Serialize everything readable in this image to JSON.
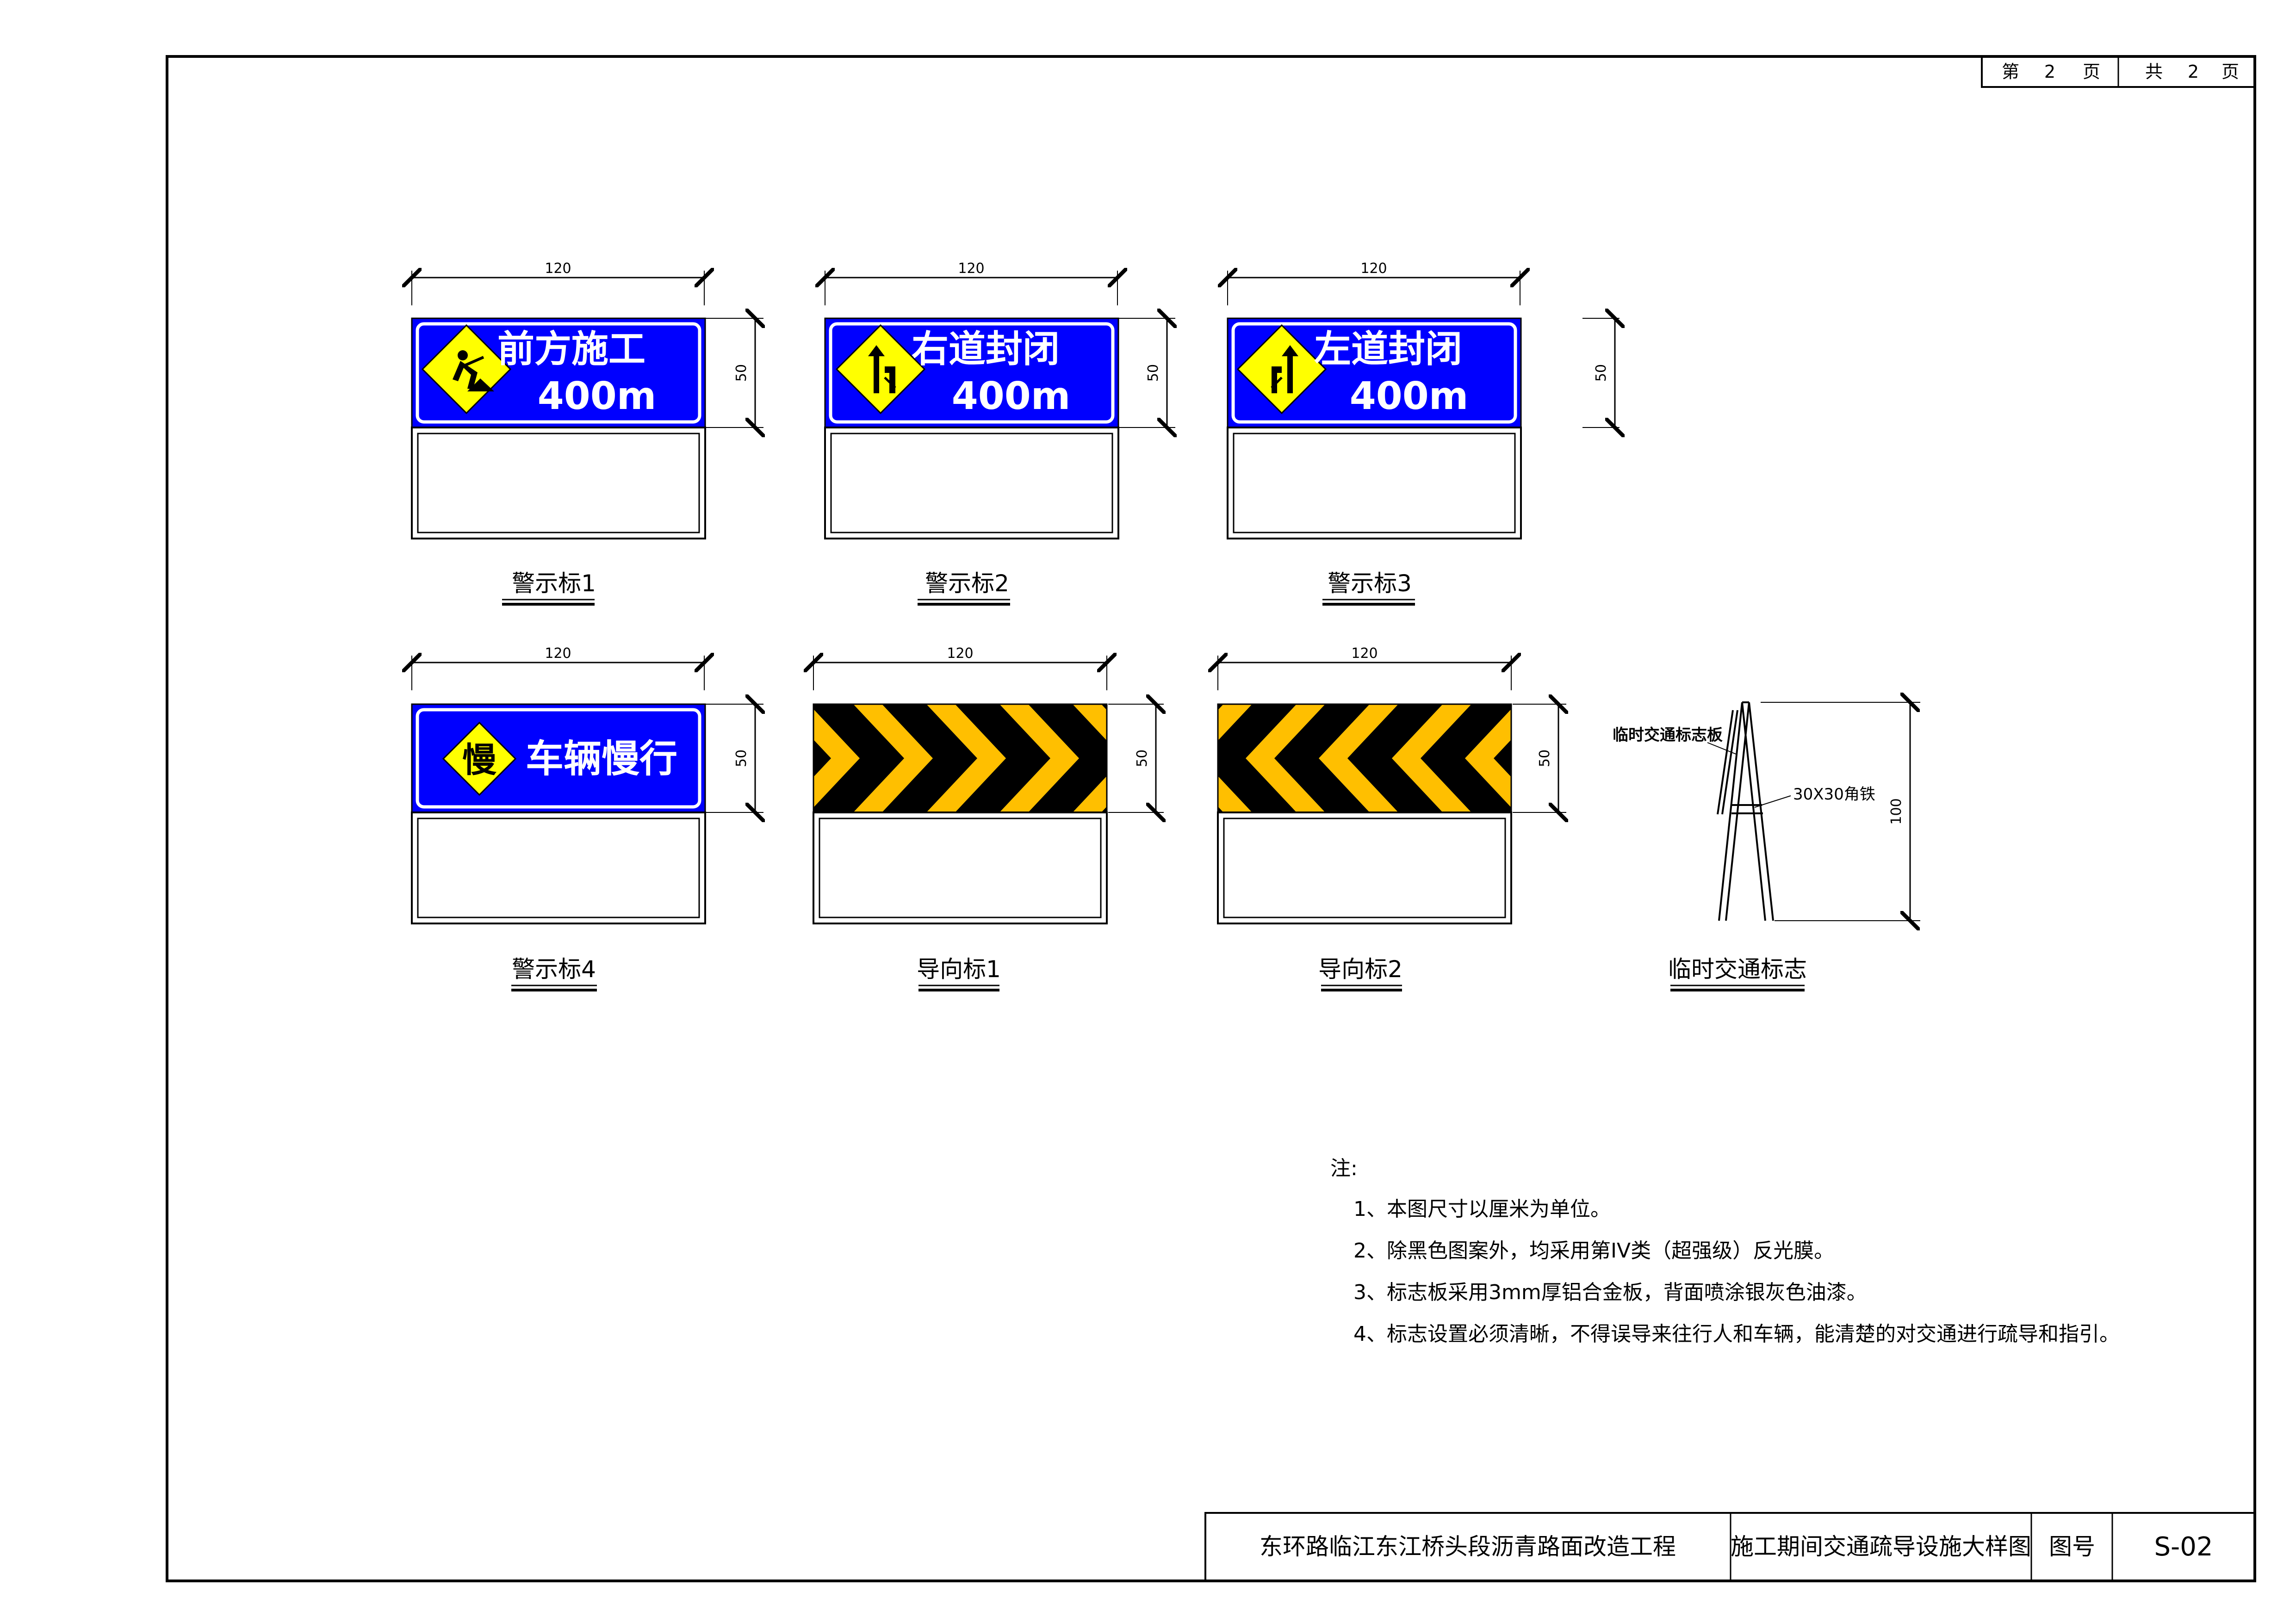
{
  "page_indicator": {
    "di": "第",
    "num": "2",
    "ye": "页",
    "gong": "共",
    "total": "2",
    "ye2": "页"
  },
  "dimensions": {
    "width": "120",
    "height": "50",
    "stand_height": "100"
  },
  "colors": {
    "sign_blue": "#0000ff",
    "diamond_yellow": "#ffff00",
    "chevron_yellow": "#ffbf00",
    "black": "#000000",
    "white": "#ffffff"
  },
  "signs": [
    {
      "caption": "警示标1",
      "line1": "前方施工",
      "line2": "400m",
      "icon": "construction-worker-icon"
    },
    {
      "caption": "警示标2",
      "line1": "右道封闭",
      "line2": "400m",
      "icon": "right-lane-closed-icon"
    },
    {
      "caption": "警示标3",
      "line1": "左道封闭",
      "line2": "400m",
      "icon": "left-lane-closed-icon"
    },
    {
      "caption": "警示标4",
      "text": "车辆慢行",
      "icon_text": "慢"
    },
    {
      "caption": "导向标1",
      "direction": "right"
    },
    {
      "caption": "导向标2",
      "direction": "left"
    }
  ],
  "stand": {
    "caption": "临时交通标志",
    "label_board": "临时交通标志板",
    "label_angle": "30X30角铁"
  },
  "notes": {
    "title": "注:",
    "items": [
      "1、本图尺寸以厘米为单位。",
      "2、除黑色图案外，均采用第IV类（超强级）反光膜。",
      "3、标志板采用3mm厚铝合金板，背面喷涂银灰色油漆。",
      "4、标志设置必须清晰，不得误导来往行人和车辆，能清楚的对交通进行疏导和指引。"
    ]
  },
  "title_block": {
    "project": "东环路临江东江桥头段沥青路面改造工程",
    "drawing_title": "施工期间交通疏导设施大样图",
    "drawing_no_label": "图号",
    "drawing_no": "S-02"
  }
}
